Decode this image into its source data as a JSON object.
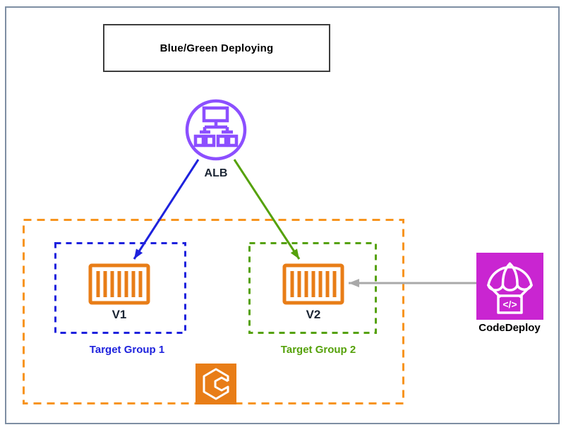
{
  "diagram": {
    "title": "Blue/Green Deploying",
    "alb": {
      "label": "ALB"
    },
    "target_group_1": {
      "version_label": "V1",
      "group_label": "Target Group 1"
    },
    "target_group_2": {
      "version_label": "V2",
      "group_label": "Target Group 2"
    },
    "codedeploy": {
      "label": "CodeDeploy",
      "code_glyph": "</>"
    },
    "icons": {
      "alb": "load-balancer-icon",
      "v1": "container-icon",
      "v2": "container-icon",
      "codedeploy": "parachute-code-icon",
      "cluster": "ecs-cluster-icon"
    },
    "colors": {
      "alb_purple": "#8C4FFF",
      "container_orange": "#E87D17",
      "cluster_dash_orange": "#F7941E",
      "blue": "#1E22DD",
      "green": "#55A10A",
      "codedeploy_magenta": "#C925D1",
      "arrow_gray": "#A9A9A9",
      "frame_border": "#7E8EA3",
      "label_dark": "#1A2433",
      "title_black": "#000000"
    }
  }
}
